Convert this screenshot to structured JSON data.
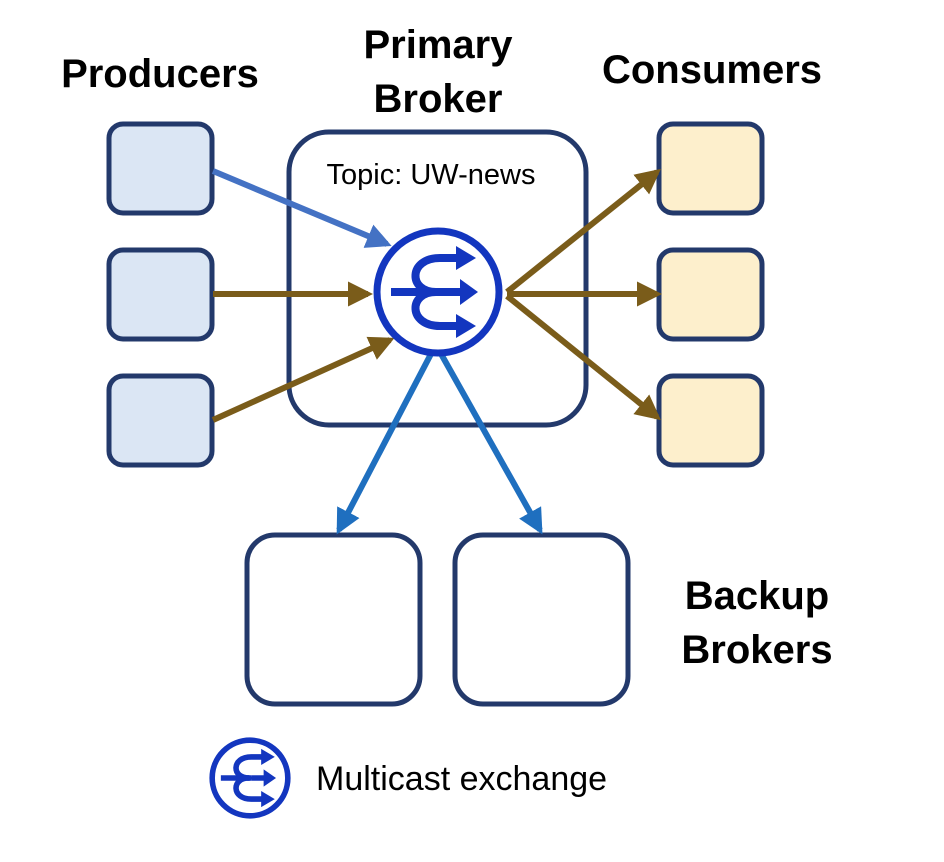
{
  "labels": {
    "producers": "Producers",
    "primary_broker_line1": "Primary",
    "primary_broker_line2": "Broker",
    "consumers": "Consumers",
    "topic": "Topic: UW-news",
    "backup_line1": "Backup",
    "backup_line2": "Brokers",
    "legend": "Multicast exchange"
  },
  "icons": {
    "exchange": "multicast-exchange-icon",
    "legend": "multicast-exchange-icon"
  },
  "colors": {
    "producer_fill": "#dbe6f4",
    "consumer_fill": "#fdefcc",
    "box_stroke": "#23396b",
    "arrow_brown": "#7a5c1a",
    "arrow_light_blue": "#4472c4",
    "arrow_blue": "#1f6fbf",
    "exchange_blue": "#1336bf"
  }
}
